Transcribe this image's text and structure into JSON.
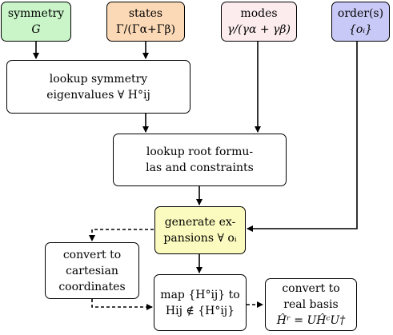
{
  "colors": {
    "symmetry": "#c9f5c9",
    "states": "#fbd9b6",
    "modes": "#fcecee",
    "orders": "#c9c9f7",
    "generate": "#fbfbbf",
    "default": "#ffffff",
    "line": "#000000"
  },
  "nodes": {
    "symmetry": {
      "title": "symmetry",
      "sub": "G"
    },
    "states": {
      "title": "states",
      "sub": "Γ/(Γα+Γβ)"
    },
    "modes": {
      "title": "modes",
      "sub": "γ/(γα + γβ)"
    },
    "orders": {
      "title": "order(s)",
      "sub": "{oᵢ}"
    },
    "lookup_sym": {
      "line1": "lookup symmetry",
      "line2": "eigenvalues ∀ H°ij"
    },
    "lookup_root": {
      "line1": "lookup root formu-",
      "line2": "las and constraints"
    },
    "generate": {
      "line1": "generate ex-",
      "line2": "pansions ∀ oᵢ"
    },
    "convert_cart": {
      "line1": "convert to",
      "line2": "cartesian",
      "line3": "coordinates"
    },
    "map": {
      "line1": "map {H°ij} to",
      "line2": "Hij ∉ {H°ij}"
    },
    "convert_real": {
      "line1": "convert to",
      "line2": "real basis",
      "line3": "Ĥʳ = UĤᶜU†"
    }
  },
  "edges": [
    {
      "from": "symmetry",
      "to": "lookup_sym",
      "style": "solid"
    },
    {
      "from": "states",
      "to": "lookup_sym",
      "style": "solid"
    },
    {
      "from": "lookup_sym",
      "to": "lookup_root",
      "style": "solid"
    },
    {
      "from": "modes",
      "to": "lookup_root",
      "style": "solid"
    },
    {
      "from": "lookup_root",
      "to": "generate",
      "style": "solid"
    },
    {
      "from": "orders",
      "to": "generate",
      "style": "solid"
    },
    {
      "from": "generate",
      "to": "convert_cart",
      "style": "dashed"
    },
    {
      "from": "generate",
      "to": "map",
      "style": "solid"
    },
    {
      "from": "convert_cart",
      "to": "map",
      "style": "dashed"
    },
    {
      "from": "map",
      "to": "convert_real",
      "style": "dashed"
    }
  ]
}
